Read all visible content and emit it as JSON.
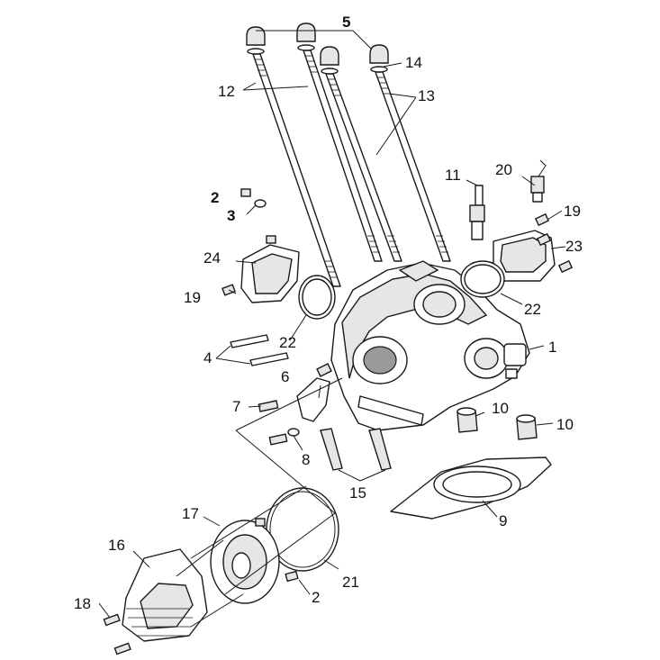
{
  "callouts": [
    {
      "id": "c1",
      "text": "1"
    },
    {
      "id": "c2a",
      "text": "2"
    },
    {
      "id": "c2b",
      "text": "2"
    },
    {
      "id": "c3",
      "text": "3"
    },
    {
      "id": "c4",
      "text": "4"
    },
    {
      "id": "c5",
      "text": "5"
    },
    {
      "id": "c6",
      "text": "6"
    },
    {
      "id": "c7",
      "text": "7"
    },
    {
      "id": "c8",
      "text": "8"
    },
    {
      "id": "c9",
      "text": "9"
    },
    {
      "id": "c10a",
      "text": "10"
    },
    {
      "id": "c10b",
      "text": "10"
    },
    {
      "id": "c11",
      "text": "11"
    },
    {
      "id": "c12",
      "text": "12"
    },
    {
      "id": "c13",
      "text": "13"
    },
    {
      "id": "c14",
      "text": "14"
    },
    {
      "id": "c15",
      "text": "15"
    },
    {
      "id": "c16",
      "text": "16"
    },
    {
      "id": "c17",
      "text": "17"
    },
    {
      "id": "c18",
      "text": "18"
    },
    {
      "id": "c19a",
      "text": "19"
    },
    {
      "id": "c19b",
      "text": "19"
    },
    {
      "id": "c20",
      "text": "20"
    },
    {
      "id": "c21",
      "text": "21"
    },
    {
      "id": "c22a",
      "text": "22"
    },
    {
      "id": "c22b",
      "text": "22"
    },
    {
      "id": "c23",
      "text": "23"
    },
    {
      "id": "c24",
      "text": "24"
    }
  ]
}
